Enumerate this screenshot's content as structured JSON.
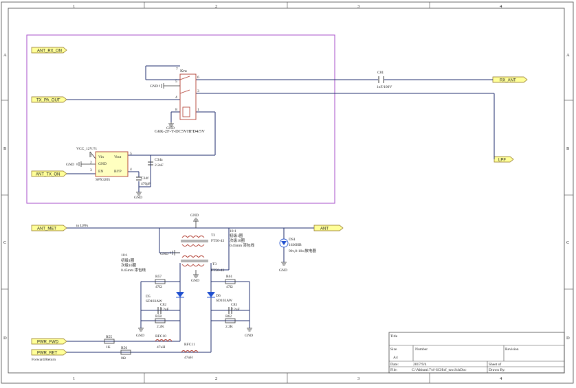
{
  "border": {
    "columns": [
      "1",
      "2",
      "3",
      "4"
    ],
    "rows": [
      "A",
      "B",
      "C",
      "D"
    ]
  },
  "ports": {
    "ant_rx_on": "ANT_RX_ON",
    "tx_pa_out": "TX_PA_OUT",
    "ant_tx_on": "ANT_TX_ON",
    "rx_ant": "RX_ANT",
    "lpf": "LPF",
    "ant_met": "ANT_MET",
    "ant": "ANT",
    "pwr_fwd": "PWR_FWD",
    "pwr_ret": "PWR_RET"
  },
  "relay": {
    "designator": "Kra",
    "part": "G6K-2F-Y-DC5VHFD4/5V",
    "pins": [
      "7",
      "5",
      "6",
      "3",
      "4",
      "8",
      "1"
    ]
  },
  "regulator": {
    "designator": "SPX3205",
    "vcc": "VCC_12V/7c",
    "pin_names": [
      "Vin",
      "GND",
      "EN",
      "BYP",
      "Vout"
    ],
    "pin_numbers": [
      "1",
      "2",
      "3",
      "4",
      "5"
    ]
  },
  "capacitors": {
    "c81": "C81",
    "c81_value": "1nF/100V",
    "c34a": "C34a",
    "c34a_value": "2.2uF",
    "c34f": "C34f",
    "c34f_value": "470pF",
    "c82": "C82",
    "c82_value": "2.2uF",
    "c83": "C83",
    "c83_value": "2.2uF"
  },
  "gnd_label": "GND",
  "notes": {
    "to_lpfs": "to LPFs",
    "forward_return": "Forward/Return"
  },
  "t2": {
    "designator": "T2",
    "part": "FT50-43",
    "ratio": "10:1",
    "line1": "初级1圈",
    "line2": "次级10圈",
    "line3": "0.45mm 漆包线"
  },
  "t3": {
    "designator": "T3",
    "part": "FT50-43",
    "ratio": "10:1",
    "line1": "初级1圈",
    "line2": "次级10圈",
    "line3": "0.45mm 漆包线"
  },
  "ds1": {
    "designator": "DS1",
    "part": "1630HB",
    "note": "90v,8-10w放电器"
  },
  "resistors": {
    "r57": "R57",
    "r57_value": "47Ω",
    "r58": "R58",
    "r58_value": "2.2K",
    "r61": "R61",
    "r61_value": "47Ω",
    "r62": "R62",
    "r62_value": "2.2K",
    "r55": "R55",
    "r55_value": "1K",
    "r56": "R56",
    "r56_value": "0Ω"
  },
  "diodes": {
    "d5": "D5",
    "d5_part": "SD103AW",
    "d6": "D6",
    "d6_part": "SD103AW"
  },
  "inductors": {
    "rfc10": "RFC10",
    "rfc10_value": "47uH",
    "rfc11": "RFC11",
    "rfc11_value": "47uH"
  },
  "title_block": {
    "title_label": "Title",
    "size_label": "Size",
    "size_value": "A4",
    "number_label": "Number",
    "revision_label": "Revision",
    "date_label": "Date:",
    "date_value": "2017/9/4",
    "sheet_label": "Sheet   of",
    "file_label": "File:",
    "file_value": "C:\\Altium17\\rf-SCH\\rf_tsw.SchDoc",
    "drawn_label": "Drawn By:"
  },
  "colors": {
    "wire": "#1b2a6b",
    "border": "#444444",
    "region": "#a64bc8",
    "port_fill": "#ffff99",
    "diode": "#1f4fcf",
    "component": "#b03a2e"
  }
}
